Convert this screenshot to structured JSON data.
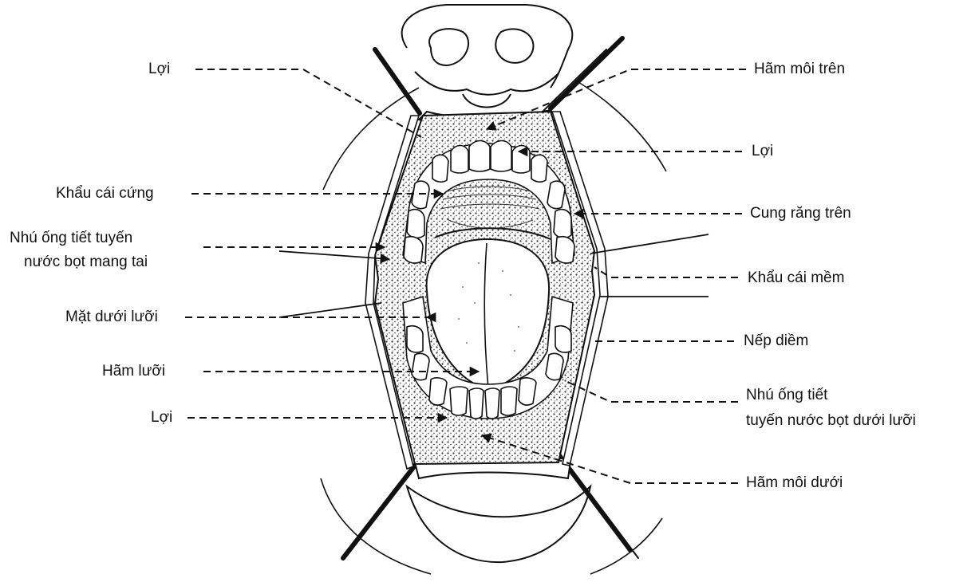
{
  "labels": {
    "loi_top_left": "Lợi",
    "ham_moi_tren": "Hãm môi trên",
    "loi_top_right": "Lợi",
    "khau_cai_cung": "Khẩu cái cứng",
    "cung_rang_tren": "Cung răng trên",
    "nhu_ong_tiet_mang_tai_line1": "Nhú ống tiết tuyến",
    "nhu_ong_tiet_mang_tai_line2": "nước bọt mang tai",
    "khau_cai_mem": "Khẩu cái mềm",
    "mat_duoi_luoi": "Mặt dưới lưỡi",
    "nep_diem": "Nếp diềm",
    "ham_luoi": "Hãm lưỡi",
    "nhu_ong_tiet_duoi_luoi_line1": "Nhú ống tiết",
    "nhu_ong_tiet_duoi_luoi_line2": "tuyến nước bọt dưới lưỡi",
    "loi_bottom_left": "Lợi",
    "ham_moi_duoi": "Hãm môi dưới"
  },
  "colors": {
    "ink": "#111111",
    "background": "#ffffff",
    "tissue": "#9a9a9a"
  }
}
